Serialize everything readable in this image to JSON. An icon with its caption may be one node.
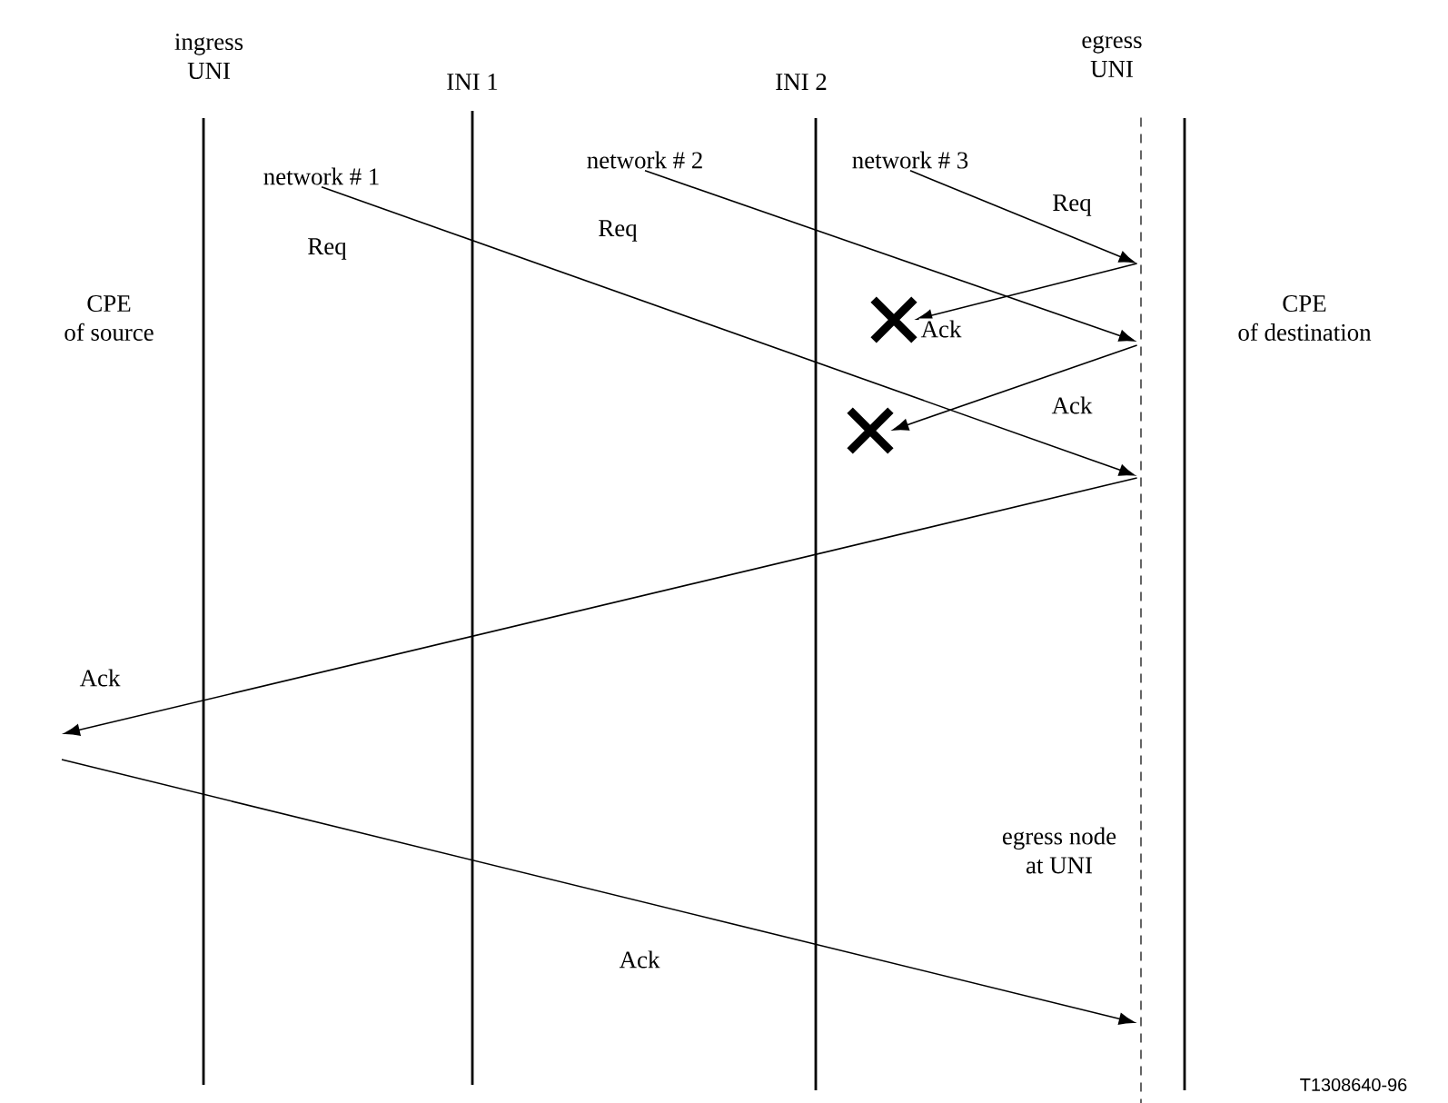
{
  "diagram": {
    "nodes": [
      {
        "text": [
          "network # 1"
        ]
      },
      {
        "text": [
          "network # 2"
        ]
      },
      {
        "text": [
          "network # 3"
        ]
      },
      {
        "text": [],
        "shape": "bar",
        "beside": [
          "egress node at UNI"
        ]
      },
      {
        "text": [],
        "shape": "cross"
      },
      {
        "text": [],
        "shape": "cross"
      }
    ],
    "edges": [
      {
        "from": 0,
        "to": 3,
        "arrow": "to",
        "label": "Req"
      },
      {
        "from": 1,
        "to": 3,
        "arrow": "to",
        "label": "Req"
      },
      {
        "from": 2,
        "to": 3,
        "arrow": "to",
        "label": "Req"
      },
      {
        "from": 3,
        "to": 4,
        "arrow": "to",
        "label": "Ack"
      },
      {
        "from": 3,
        "to": 5,
        "arrow": "to",
        "label": "Ack"
      },
      {
        "from": 3,
        "to": null,
        "arrow": "to",
        "label": "Ack"
      },
      {
        "from": null,
        "to": 3,
        "arrow": "to",
        "label": "Ack"
      }
    ],
    "labels": [
      "ingress UNI",
      "INI 1",
      "INI 2",
      "egress UNI",
      "CPE of source",
      "CPE of destination",
      "T1308640-96"
    ]
  }
}
